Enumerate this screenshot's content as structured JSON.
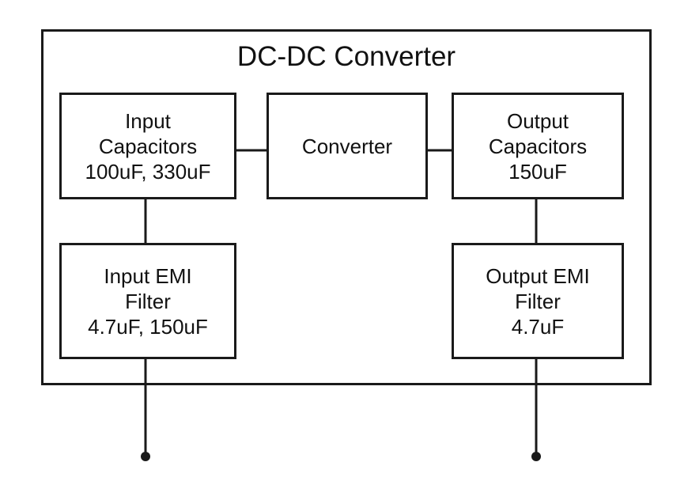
{
  "title": "DC-DC Converter",
  "blocks": {
    "input_capacitors": {
      "line1": "Input",
      "line2": "Capacitors",
      "line3": "100uF, 330uF"
    },
    "converter": {
      "line1": "Converter"
    },
    "output_capacitors": {
      "line1": "Output",
      "line2": "Capacitors",
      "line3": "150uF"
    },
    "input_emi_filter": {
      "line1": "Input EMI",
      "line2": "Filter",
      "line3": "4.7uF, 150uF"
    },
    "output_emi_filter": {
      "line1": "Output EMI",
      "line2": "Filter",
      "line3": "4.7uF"
    }
  },
  "colors": {
    "line": "#1a1a1a",
    "background": "#ffffff"
  }
}
